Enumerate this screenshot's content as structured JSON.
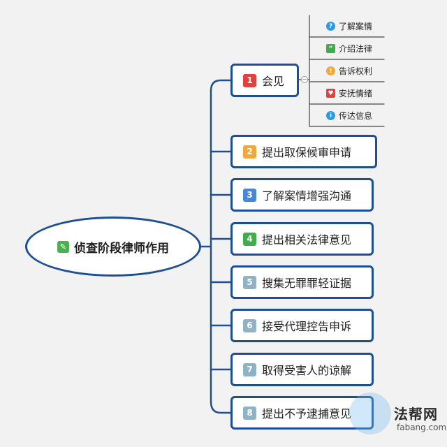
{
  "root": {
    "label": "侦查阶段律师作用",
    "icon": "pencil-icon"
  },
  "branches": [
    {
      "num": "1",
      "label": "会见",
      "color": "#e0423f"
    },
    {
      "num": "2",
      "label": "提出取保候审申请",
      "color": "#f2a93b"
    },
    {
      "num": "3",
      "label": "了解案情增强沟通",
      "color": "#4a86d8"
    },
    {
      "num": "4",
      "label": "提出相关法律意见",
      "color": "#3fae4a"
    },
    {
      "num": "5",
      "label": "搜集无罪罪轻证据",
      "color": "#8fb3c4"
    },
    {
      "num": "6",
      "label": "接受代理控告申诉",
      "color": "#8fb3c4"
    },
    {
      "num": "7",
      "label": "取得受害人的谅解",
      "color": "#8fb3c4"
    },
    {
      "num": "8",
      "label": "提出不予逮捕意见",
      "color": "#8fb3c4"
    }
  ],
  "sub_items": [
    {
      "label": "了解案情",
      "icon": "question-icon",
      "glyph": "?",
      "color": "#2e9be0"
    },
    {
      "label": "介绍法律",
      "icon": "quote-icon",
      "glyph": "“",
      "color": "#3fae4a"
    },
    {
      "label": "告诉权利",
      "icon": "exclamation-icon",
      "glyph": "!",
      "color": "#f2a93b"
    },
    {
      "label": "安抚情绪",
      "icon": "heart-icon",
      "glyph": "♥",
      "color": "#e0423f"
    },
    {
      "label": "传达信息",
      "icon": "info-icon",
      "glyph": "i",
      "color": "#2e9be0"
    }
  ],
  "watermark": {
    "brand": "法帮网",
    "domain": "fabang.com"
  },
  "colors": {
    "line": "#1d4f91",
    "background": "#f2f2f2"
  }
}
